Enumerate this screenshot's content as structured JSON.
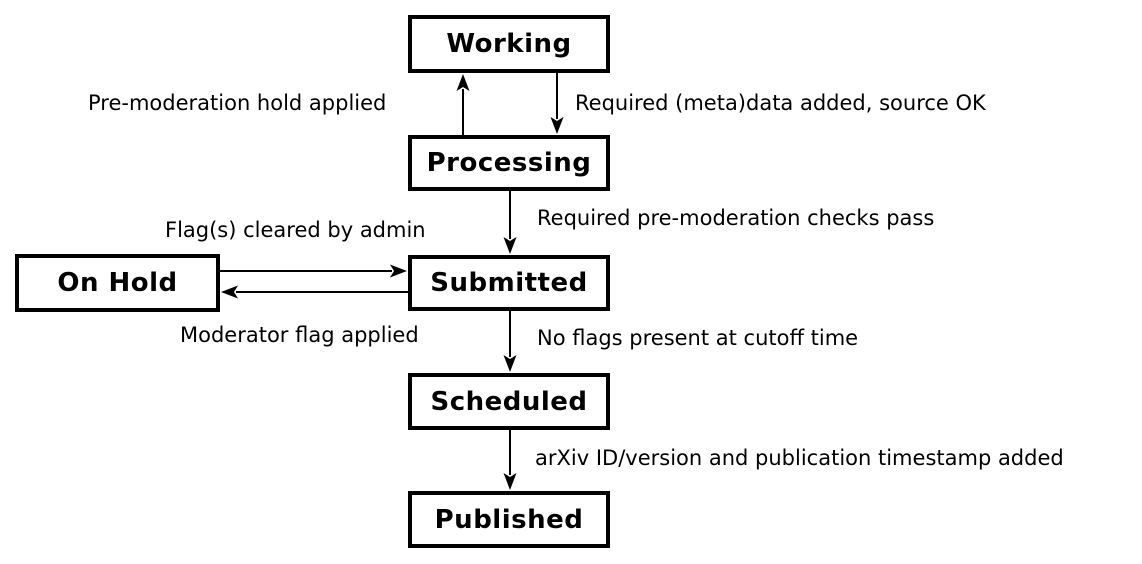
{
  "diagram": {
    "background_color": "#ffffff",
    "stroke_color": "#000000",
    "node_fill_color": "#ffffff",
    "text_color": "#000000",
    "nodes": [
      {
        "id": "working",
        "label": "Working"
      },
      {
        "id": "processing",
        "label": "Processing"
      },
      {
        "id": "on_hold",
        "label": "On Hold"
      },
      {
        "id": "submitted",
        "label": "Submitted"
      },
      {
        "id": "scheduled",
        "label": "Scheduled"
      },
      {
        "id": "published",
        "label": "Published"
      }
    ],
    "edges": [
      {
        "from": "Working",
        "to": "Processing",
        "label": "Required (meta)data added, source OK"
      },
      {
        "from": "Processing",
        "to": "Working",
        "label": "Pre-moderation hold applied"
      },
      {
        "from": "Processing",
        "to": "Submitted",
        "label": "Required pre-moderation checks pass"
      },
      {
        "from": "On Hold",
        "to": "Submitted",
        "label": "Flag(s) cleared by admin"
      },
      {
        "from": "Submitted",
        "to": "On Hold",
        "label": "Moderator flag applied"
      },
      {
        "from": "Submitted",
        "to": "Scheduled",
        "label": "No flags present at cutoff time"
      },
      {
        "from": "Scheduled",
        "to": "Published",
        "label": "arXiv ID/version and publication timestamp added"
      }
    ]
  }
}
